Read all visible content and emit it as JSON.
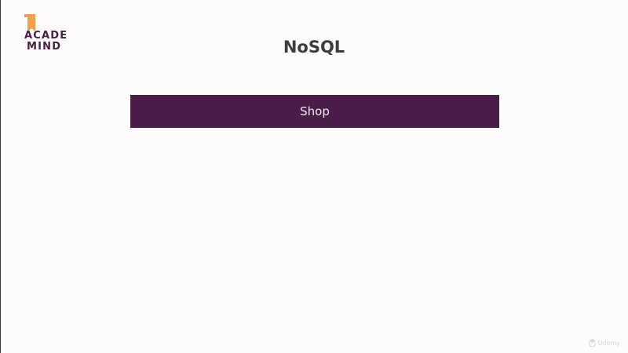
{
  "logo": {
    "line1": "ACADE",
    "line2": "MIND"
  },
  "slide": {
    "title": "NoSQL",
    "shop_label": "Shop"
  },
  "watermark": {
    "text": "Udemy"
  },
  "colors": {
    "brand_purple": "#4b1c48",
    "logo_orange": "#f2a04c",
    "background": "#fdfbfb",
    "title_text": "#3d3d3d"
  }
}
